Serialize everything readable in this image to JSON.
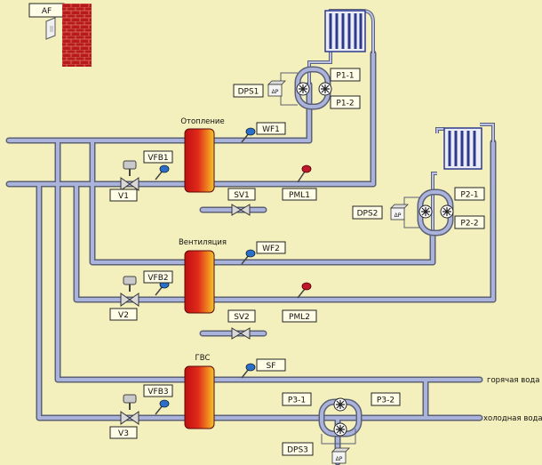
{
  "labels": {
    "af": "AF",
    "heating": "Отопление",
    "ventilation": "Вентиляция",
    "hot_water": "ГВС",
    "hot_water_line": "горячая вода",
    "cold_water_line": "холодная вода"
  },
  "tags": {
    "dps1": "DPS1",
    "p1_1": "P1-1",
    "p1_2": "P1-2",
    "wf1": "WF1",
    "vfb1": "VFB1",
    "v1": "V1",
    "sv1": "SV1",
    "pml1": "PML1",
    "dps2": "DPS2",
    "p2_1": "P2-1",
    "p2_2": "P2-2",
    "wf2": "WF2",
    "vfb2": "VFB2",
    "v2": "V2",
    "sv2": "SV2",
    "pml2": "PML2",
    "sf": "SF",
    "vfb3": "VFB3",
    "v3": "V3",
    "p3_1": "P3-1",
    "p3_2": "P3-2",
    "dps3": "DPS3"
  },
  "dp_symbol": "ΔP",
  "colors": {
    "background": "#f4f0bd",
    "pipe": "#aab3dc",
    "pipe_outline": "#5d6175",
    "tank_red": "#d41414",
    "tank_yellow": "#f0c020",
    "brick": "#b81818",
    "radiator": "#2e3a8c",
    "sensor_blue": "#2a6fc9",
    "sensor_red": "#c0182a"
  },
  "icons": {
    "wall": "brick-wall-icon",
    "outdoor_sensor": "outdoor-sensor-icon",
    "radiator": "radiator-icon",
    "pump": "pump-icon",
    "valve": "motorized-valve-icon",
    "sensor": "temperature-sensor-icon",
    "pressure_sensor": "differential-pressure-icon"
  }
}
